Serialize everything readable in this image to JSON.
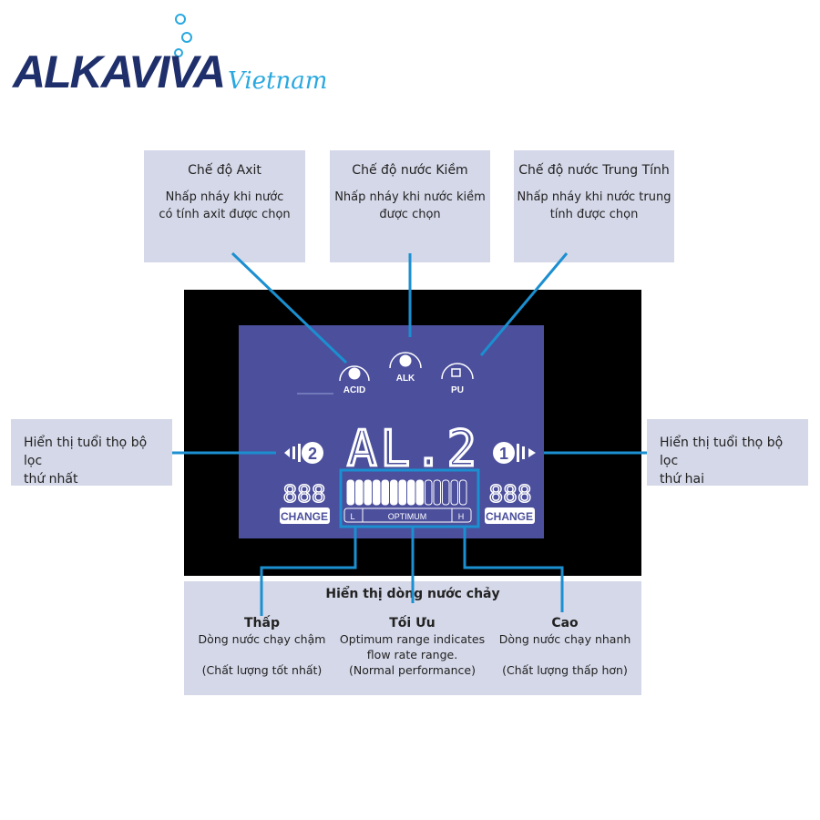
{
  "logo": {
    "brand": "ALKAVIVA",
    "suffix": "Vietnam",
    "colors": {
      "dark": "#1e2f6b",
      "light": "#29a8e0"
    }
  },
  "top_boxes": [
    {
      "title": "Chế độ Axit",
      "desc1": "Nhấp nháy khi nước",
      "desc2": "có tính axit được chọn"
    },
    {
      "title": "Chế độ nước Kiềm",
      "desc1": "Nhấp nháy khi nước kiềm",
      "desc2": "được chọn"
    },
    {
      "title": "Chế độ nước Trung Tính",
      "desc1": "Nhấp nháy khi nước trung",
      "desc2": "tính được chọn"
    }
  ],
  "left_box": {
    "line1": "Hiển thị tuổi thọ bộ lọc",
    "line2": "thứ nhất"
  },
  "right_box": {
    "line1": "Hiển thị tuổi thọ bộ lọc",
    "line2": "thứ hai"
  },
  "lcd": {
    "modes": [
      "ACID",
      "ALK",
      "PU"
    ],
    "display": "AL.2",
    "filter_left": {
      "number": "2",
      "digits": "888",
      "label": "CHANGE"
    },
    "filter_right": {
      "number": "1",
      "digits": "888",
      "label": "CHANGE"
    },
    "flow": {
      "low": "L",
      "optimum": "OPTIMUM",
      "high": "H",
      "filled_bars": 9,
      "total_bars": 14
    }
  },
  "bottom": {
    "title": "Hiển thị dòng nước chảy",
    "low": {
      "head": "Thấp",
      "l1": "Dòng nước chạy chậm",
      "l2": "(Chất lượng tốt nhất)"
    },
    "opt": {
      "head": "Tối Ưu",
      "l1": "Optimum range indicates",
      "l2": "flow rate range.",
      "l3": "(Normal performance)"
    },
    "high": {
      "head": "Cao",
      "l1": "Dòng nước chạy nhanh",
      "l2": "(Chất lượng thấp hơn)"
    }
  },
  "colors": {
    "box": "#d5d8e8",
    "lcd": "#4b4f9c",
    "line": "#1b8fd0"
  }
}
